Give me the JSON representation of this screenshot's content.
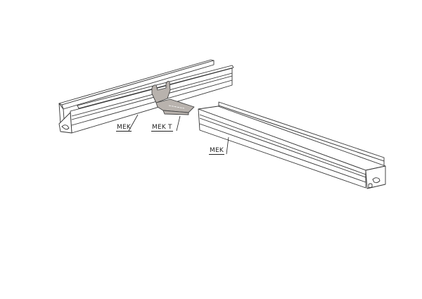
{
  "labels": {
    "rail_left": "MEK",
    "bracket": "MEK T",
    "rail_right": "MEK"
  },
  "colors": {
    "line": "#333333",
    "rail_fill": "#ffffff",
    "bracket_fill": "#b8b2ad"
  }
}
